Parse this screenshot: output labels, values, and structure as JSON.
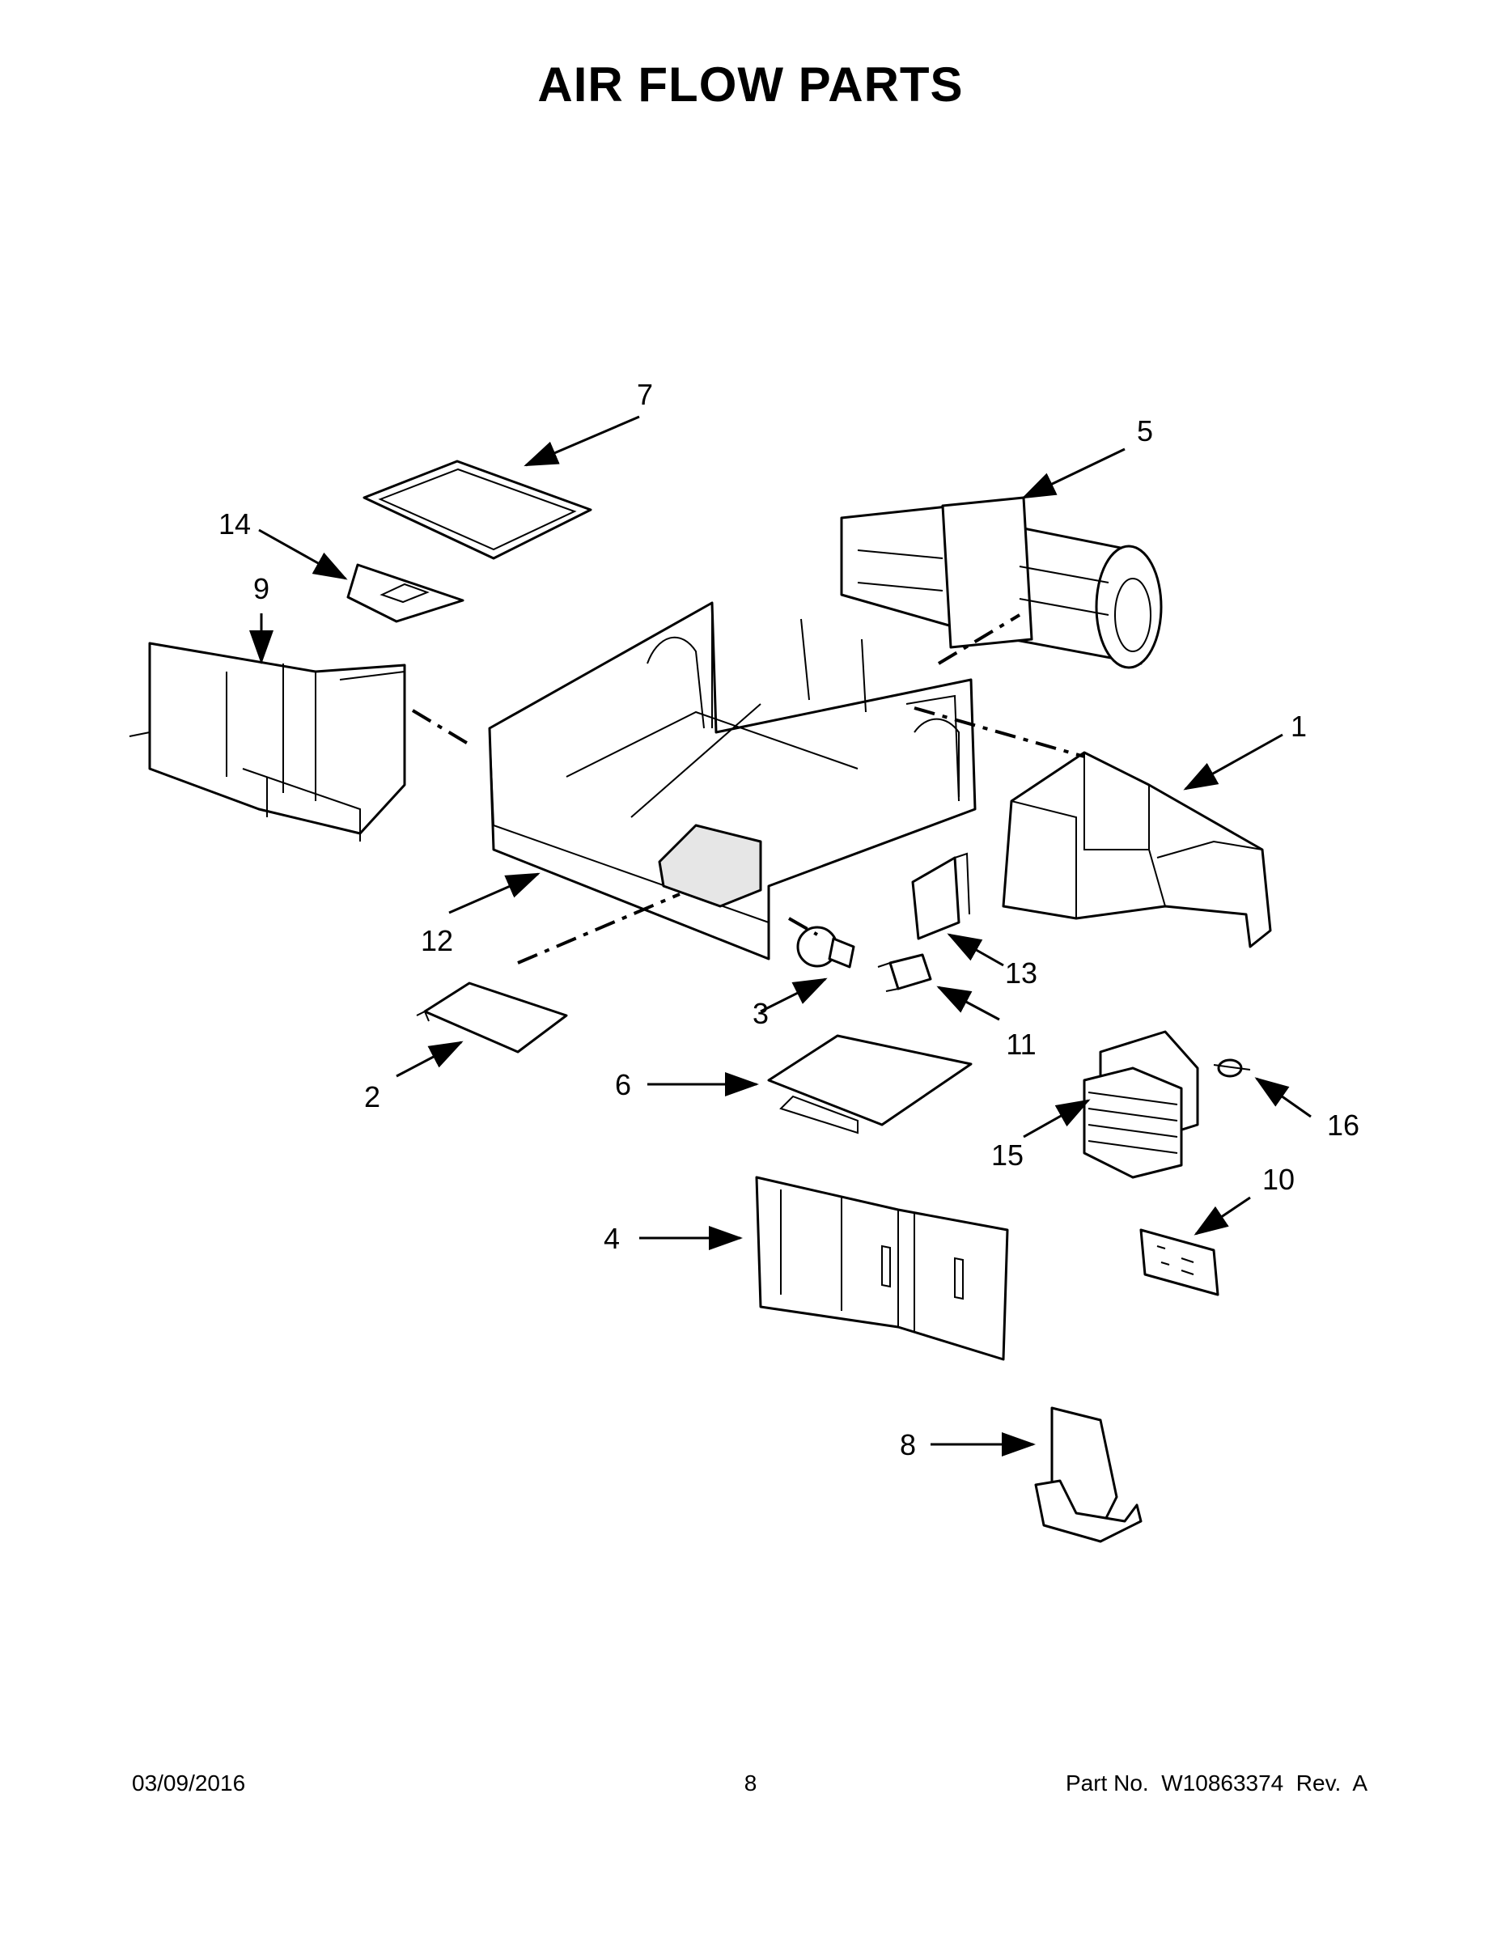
{
  "page": {
    "title": "AIR FLOW PARTS"
  },
  "callouts": [
    {
      "id": "c1",
      "label": "1"
    },
    {
      "id": "c2",
      "label": "2"
    },
    {
      "id": "c3",
      "label": "3"
    },
    {
      "id": "c4",
      "label": "4"
    },
    {
      "id": "c5",
      "label": "5"
    },
    {
      "id": "c6",
      "label": "6"
    },
    {
      "id": "c7",
      "label": "7"
    },
    {
      "id": "c8",
      "label": "8"
    },
    {
      "id": "c9",
      "label": "9"
    },
    {
      "id": "c10",
      "label": "10"
    },
    {
      "id": "c11",
      "label": "11"
    },
    {
      "id": "c12",
      "label": "12"
    },
    {
      "id": "c13",
      "label": "13"
    },
    {
      "id": "c14",
      "label": "14"
    },
    {
      "id": "c15",
      "label": "15"
    },
    {
      "id": "c16",
      "label": "16"
    }
  ],
  "footer": {
    "date": "03/09/2016",
    "page_number": "8",
    "part_info": "Part No.  W10863374  Rev.  A"
  }
}
